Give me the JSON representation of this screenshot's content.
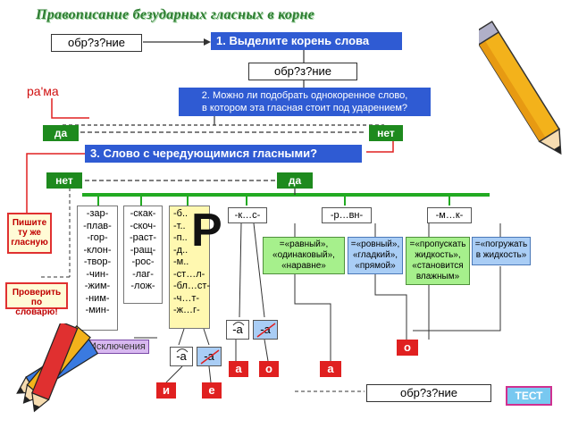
{
  "title": "Правописание безударных гласных в корне",
  "word_top": "обр?з?ние",
  "step1": "1. Выделите корень слова",
  "word_root": "обр?з?ние",
  "example": "ра'ма",
  "step2_line1": "2. Можно ли подобрать однокоренное слово,",
  "step2_line2": "в котором эта гласная стоит под ударением?",
  "yes": "да",
  "no": "нет",
  "step3": "3. Слово с чередующимися гласными?",
  "no2": "нет",
  "yes2": "да",
  "note_write": "Пишите ту же гласную",
  "note_check": "Проверить по словарю!",
  "exceptions": "Исключения",
  "col1": "-зар-\n-плав-\n-гор-\n-клон-\n-твор-\n-чин-\n-жим-\n-ним-\n-мин-",
  "col2": "-скак-\n-скоч-\n-раст-\n-ращ-\n-рос-\n-лаг-\n-лож-",
  "col3": "-б..\n-т..\n-п..\n-д..\n-м..\n-ст…л-\n-бл…ст-\n-ч…т-\n-ж…г-",
  "big_letter": "Р",
  "hdr_kas": "-к…с-",
  "hdr_rvn": "-р…вн-",
  "hdr_mk": "-м…к-",
  "box_ravny": "=«равный»,\n«одинаковый»,\n«наравне»",
  "box_rovny": "=«ровный»,\n«гладкий»,\n«прямой»",
  "box_propusk": "=«пропускать\nжидкость»,\n«становится\nвлажным»",
  "box_pogruzh": "=«погружать\nв жидкость»",
  "opt_a": "-а",
  "opt_a_crossed": "-а",
  "vowel_o1": "о",
  "vowel_a1": "а",
  "vowel_o2": "о",
  "vowel_a2": "а",
  "vowel_i": "и",
  "vowel_e": "е",
  "word_bottom": "обр?з?ние",
  "test_button": "ТЕСТ",
  "colors": {
    "blue": "#2f5bd3",
    "green": "#1e8a1e",
    "red": "#e02020",
    "yellow": "#fff8b0",
    "lightgreen": "#a6f08c",
    "lightblue": "#a9cdf5"
  }
}
